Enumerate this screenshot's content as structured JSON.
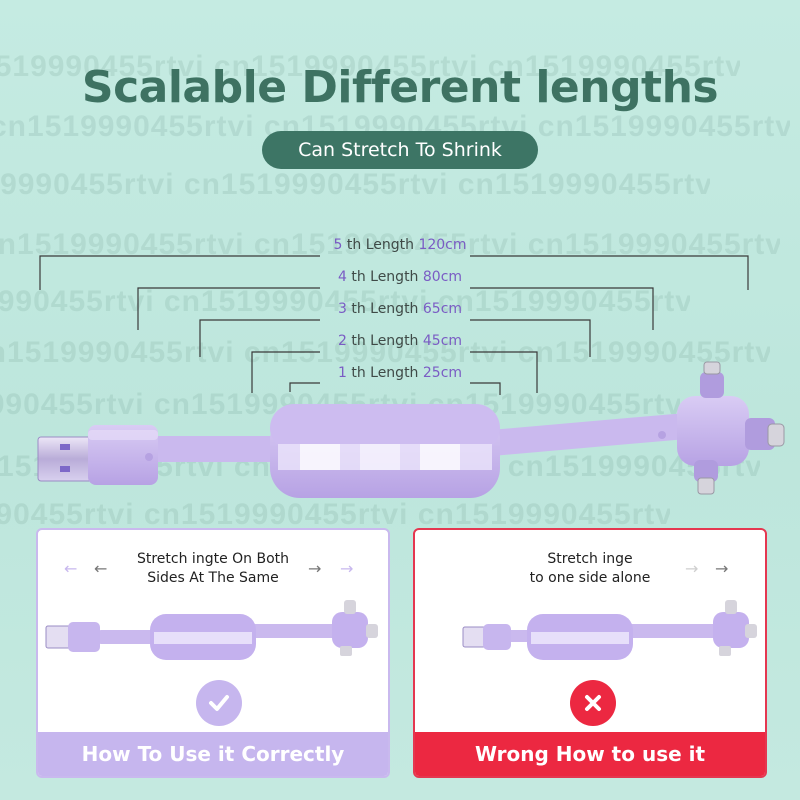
{
  "title": "Scalable Different lengths",
  "subtitle": "Can Stretch To Shrink",
  "watermark": "cn1519990455rtvi",
  "lengths": [
    {
      "num": "5",
      "label": "th Length",
      "value": "120cm"
    },
    {
      "num": "4",
      "label": "th Length",
      "value": "80cm"
    },
    {
      "num": "3",
      "label": "th Length",
      "value": "65cm"
    },
    {
      "num": "2",
      "label": "th Length",
      "value": "45cm"
    },
    {
      "num": "1",
      "label": "th Length",
      "value": "25cm"
    }
  ],
  "panels": {
    "correct": {
      "line1": "Stretch ingte On Both",
      "line2": "Sides At The Same",
      "footer": "How To Use it Correctly"
    },
    "wrong": {
      "line1": "Stretch inge",
      "line2": "to one side alone",
      "footer": "Wrong How to use it"
    }
  },
  "colors": {
    "background": "#c5ebe2",
    "title": "#3e7262",
    "pill": "#3d7565",
    "cable_purple": "#c9b7ec",
    "accent_value": "#7a5cc4",
    "correct": "#c6b6ee",
    "wrong": "#ec2841"
  },
  "icons": {
    "correct_badge": "check-icon",
    "wrong_badge": "x-icon"
  }
}
